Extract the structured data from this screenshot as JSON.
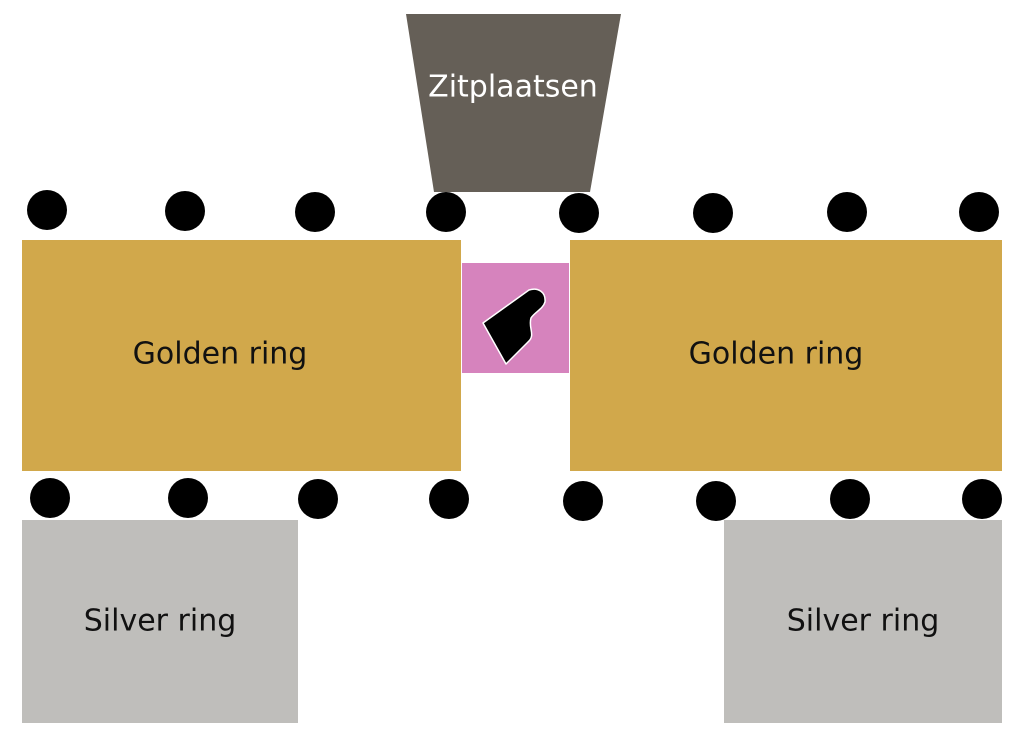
{
  "zones": {
    "seating": {
      "label": "Zitplaatsen",
      "color": "#655f57",
      "text_color": "#ffffff"
    },
    "golden_left": {
      "label": "Golden ring",
      "color": "#d1a84b",
      "text_color": "#111111"
    },
    "golden_right": {
      "label": "Golden ring",
      "color": "#d1a84b",
      "text_color": "#111111"
    },
    "silver_left": {
      "label": "Silver ring",
      "color": "#bfbebb",
      "text_color": "#111111"
    },
    "silver_right": {
      "label": "Silver ring",
      "color": "#bfbebb",
      "text_color": "#111111"
    },
    "stage": {
      "color": "#d683bd",
      "icon": "grand-piano-icon"
    }
  },
  "markers": {
    "color": "#000000",
    "top_row_count": 8,
    "bottom_row_count": 8
  }
}
